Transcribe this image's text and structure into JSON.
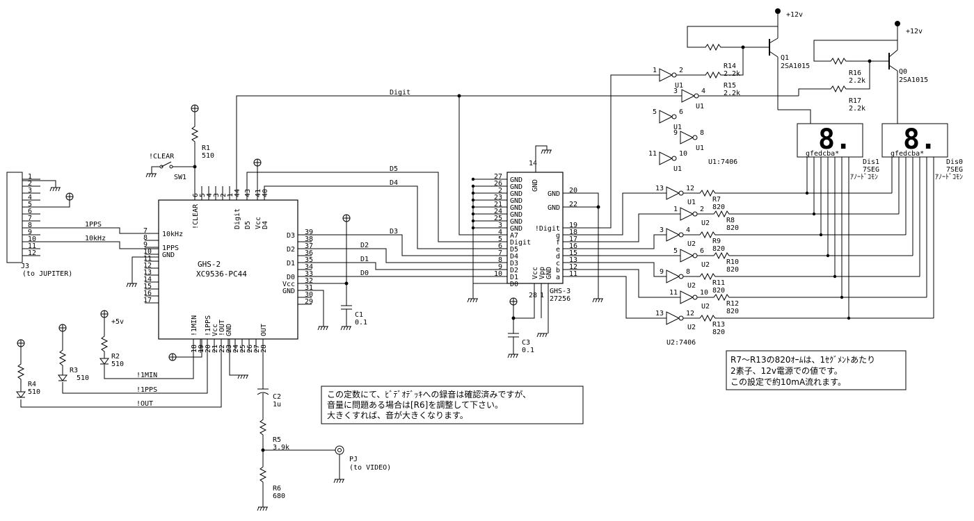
{
  "j3": {
    "ref": "J3",
    "sub": "(to JUPITER)",
    "pins": [
      "1",
      "2",
      "3",
      "4",
      "5",
      "6",
      "7",
      "8",
      "9",
      "10",
      "11",
      "12"
    ]
  },
  "ghs2": {
    "name": "GHS-2",
    "part": "XC9536-PC44",
    "left_pins": [
      {
        "num": "7",
        "name": "10kHz"
      },
      {
        "num": "8",
        "name": ""
      },
      {
        "num": "9",
        "name": "1PPS"
      },
      {
        "num": "10",
        "name": "GND"
      },
      {
        "num": "11",
        "name": ""
      },
      {
        "num": "12",
        "name": ""
      },
      {
        "num": "13",
        "name": ""
      },
      {
        "num": "14",
        "name": ""
      },
      {
        "num": "15",
        "name": ""
      },
      {
        "num": "16",
        "name": ""
      },
      {
        "num": "17",
        "name": ""
      }
    ],
    "top_pins": [
      {
        "num": "6",
        "name": "!CLEAR"
      },
      {
        "num": "5",
        "name": ""
      },
      {
        "num": "4",
        "name": ""
      },
      {
        "num": "3",
        "name": ""
      },
      {
        "num": "2",
        "name": ""
      },
      {
        "num": "1",
        "name": ""
      },
      {
        "num": "44",
        "name": "Digit"
      },
      {
        "num": "43",
        "name": "D5"
      },
      {
        "num": "41",
        "name": "Vcc"
      },
      {
        "num": "40",
        "name": "D4"
      }
    ],
    "right_pins": [
      {
        "num": "39",
        "name": "D3"
      },
      {
        "num": "38",
        "name": ""
      },
      {
        "num": "37",
        "name": "D2"
      },
      {
        "num": "36",
        "name": ""
      },
      {
        "num": "35",
        "name": "D1"
      },
      {
        "num": "34",
        "name": ""
      },
      {
        "num": "33",
        "name": "D0"
      },
      {
        "num": "32",
        "name": "Vcc"
      },
      {
        "num": "31",
        "name": "GND"
      },
      {
        "num": "30",
        "name": ""
      },
      {
        "num": "29",
        "name": ""
      }
    ],
    "bottom_pins": [
      {
        "num": "18",
        "name": "!1MIN"
      },
      {
        "num": "19",
        "name": ""
      },
      {
        "num": "20",
        "name": "!1PPS"
      },
      {
        "num": "21",
        "name": "Vcc"
      },
      {
        "num": "22",
        "name": "!OUT"
      },
      {
        "num": "23",
        "name": "GND"
      },
      {
        "num": "24",
        "name": ""
      },
      {
        "num": "25",
        "name": ""
      },
      {
        "num": "26",
        "name": ""
      },
      {
        "num": "27",
        "name": ""
      },
      {
        "num": "28",
        "name": "OUT"
      }
    ]
  },
  "ghs3": {
    "name": "GHS-3",
    "part": "27256",
    "left_pins": [
      {
        "num": "27",
        "name": "GND"
      },
      {
        "num": "26",
        "name": "GND"
      },
      {
        "num": "2",
        "name": "GND"
      },
      {
        "num": "23",
        "name": "GND"
      },
      {
        "num": "21",
        "name": "GND"
      },
      {
        "num": "24",
        "name": "GND"
      },
      {
        "num": "25",
        "name": "GND"
      },
      {
        "num": "3",
        "name": "GND"
      },
      {
        "num": "4",
        "name": "A7"
      },
      {
        "num": "5",
        "name": "Digit"
      },
      {
        "num": "6",
        "name": "D5"
      },
      {
        "num": "7",
        "name": "D4"
      },
      {
        "num": "8",
        "name": "D3"
      },
      {
        "num": "9",
        "name": "D2"
      },
      {
        "num": "10",
        "name": "D1"
      },
      {
        "num": "",
        "name": "D0"
      }
    ],
    "right_pins": [
      {
        "num": "20",
        "name": "GND"
      },
      {
        "num": "22",
        "name": "GND"
      },
      {
        "num": "19",
        "name": "!Digit"
      },
      {
        "num": "18",
        "name": "g"
      },
      {
        "num": "17",
        "name": "f"
      },
      {
        "num": "16",
        "name": "e"
      },
      {
        "num": "15",
        "name": "d"
      },
      {
        "num": "13",
        "name": "c"
      },
      {
        "num": "12",
        "name": "b"
      },
      {
        "num": "11",
        "name": "a"
      }
    ],
    "top_pin": {
      "num": "14",
      "name": "GND"
    },
    "bottom_pins": [
      {
        "num": "28",
        "name": "Vcc"
      },
      {
        "num": "1",
        "name": "Vpp"
      },
      {
        "num": "",
        "name": "GND"
      }
    ]
  },
  "nets": {
    "pps_1": "1PPS",
    "khz_10": "10kHz",
    "digit": "Digit",
    "d5": "D5",
    "d4": "D4",
    "d3": "D3",
    "d2": "D2",
    "d1": "D1",
    "d0": "D0",
    "n_1min": "!1MIN",
    "n_1pps": "!1PPS",
    "n_out": "!OUT"
  },
  "parts": {
    "r1": {
      "ref": "R1",
      "value": "510"
    },
    "r2": {
      "ref": "R2",
      "value": "510"
    },
    "r3": {
      "ref": "R3",
      "value": "510"
    },
    "r4": {
      "ref": "R4",
      "value": "510"
    },
    "r5": {
      "ref": "R5",
      "value": "3.9k"
    },
    "r6": {
      "ref": "R6",
      "value": "680"
    },
    "r7": {
      "ref": "R7",
      "value": "820"
    },
    "r8": {
      "ref": "R8",
      "value": "820"
    },
    "r9": {
      "ref": "R9",
      "value": "820"
    },
    "r10": {
      "ref": "R10",
      "value": "820"
    },
    "r11": {
      "ref": "R11",
      "value": "820"
    },
    "r12": {
      "ref": "R12",
      "value": "820"
    },
    "r13": {
      "ref": "R13",
      "value": "820"
    },
    "r14": {
      "ref": "R14",
      "value": "2.2k"
    },
    "r15": {
      "ref": "R15",
      "value": "2.2k"
    },
    "r16": {
      "ref": "R16",
      "value": "2.2k"
    },
    "r17": {
      "ref": "R17",
      "value": "2.2k"
    },
    "c1": {
      "ref": "C1",
      "value": "0.1"
    },
    "c2": {
      "ref": "C2",
      "value": "1u"
    },
    "c3": {
      "ref": "C3",
      "value": "0.1"
    },
    "sw1": {
      "ref": "SW1",
      "label": "!CLEAR"
    },
    "q1": {
      "ref": "Q1",
      "part": "2SA1015"
    },
    "q0": {
      "ref": "Q0",
      "part": "2SA1015"
    },
    "pj": {
      "ref": "PJ",
      "sub": "(to VIDEO)"
    },
    "v12a": "+12v",
    "v12b": "+12v",
    "v5": "+5v",
    "u1_ref": "U1",
    "u2_ref": "U2",
    "u1_type": "U1:7406",
    "u2_type": "U2:7406",
    "dis1": {
      "ref": "Dis1",
      "type": "7SEG",
      "sub": "ｱﾉｰﾄﾞｺﾓﾝ",
      "digit": "8."
    },
    "dis0": {
      "ref": "Dis0",
      "type": "7SEG",
      "sub": "ｱﾉｰﾄﾞｺﾓﾝ",
      "digit": "8."
    },
    "disp_pins": "gfedcba*"
  },
  "notes": {
    "left": [
      "この定数にて、ﾋﾞﾃﾞｵﾃﾞｯｷへの録音は確認済みですが、",
      "音量に問題ある場合は[R6]を調整して下さい。",
      "大きくすれば、音が大きくなります。"
    ],
    "right": [
      "R7～R13の820ｵｰﾑは、1ｾｸﾞﾒﾝﾄあたり",
      "2素子、12v電源での値です。",
      "この設定で約10mA流れます。"
    ]
  },
  "u1_gates": [
    {
      "in": "1",
      "out": "2"
    },
    {
      "in": "3",
      "out": "4"
    },
    {
      "in": "5",
      "out": "6"
    },
    {
      "in": "9",
      "out": "8"
    },
    {
      "in": "11",
      "out": "10"
    }
  ],
  "u2_gates": [
    {
      "in": "13",
      "out": "12",
      "ref": "U1"
    },
    {
      "in": "1",
      "out": "2",
      "ref": "U2"
    },
    {
      "in": "3",
      "out": "4",
      "ref": "U2"
    },
    {
      "in": "5",
      "out": "6",
      "ref": "U2"
    },
    {
      "in": "9",
      "out": "8",
      "ref": "U2"
    },
    {
      "in": "11",
      "out": "10",
      "ref": "U2"
    },
    {
      "in": "13",
      "out": "12",
      "ref": "U2"
    }
  ]
}
